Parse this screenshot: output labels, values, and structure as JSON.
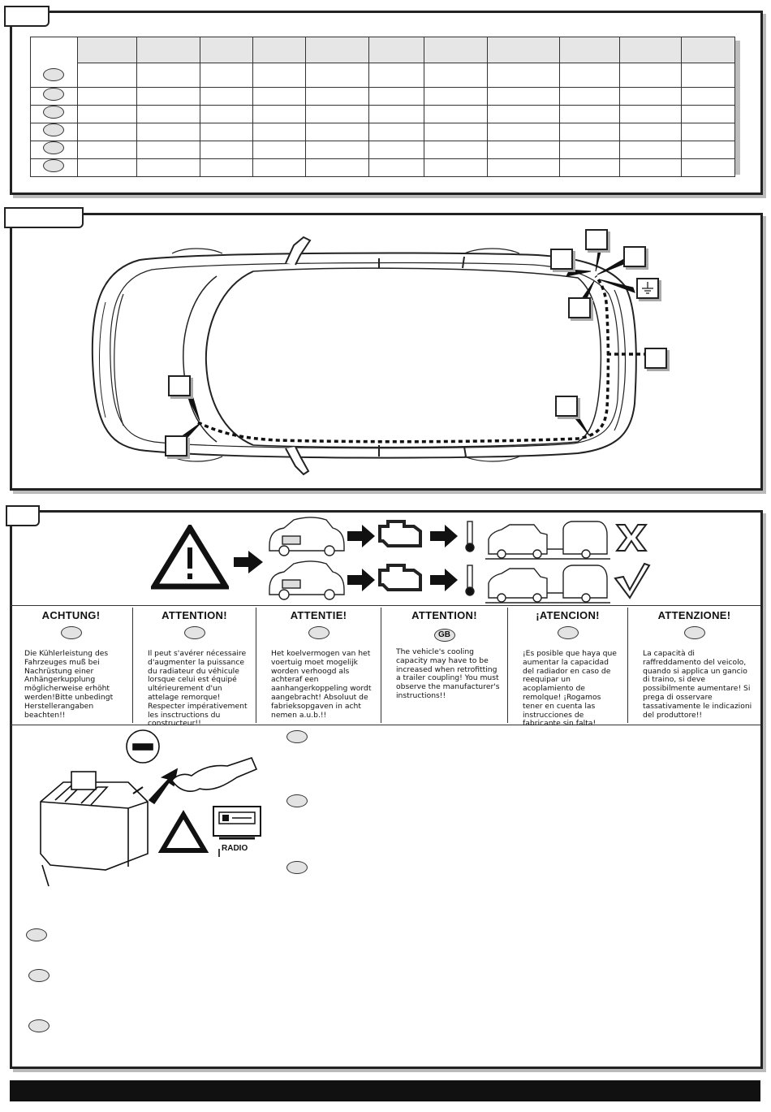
{
  "table": {
    "rows": 6,
    "columns": 12
  },
  "warning": {
    "languages": [
      {
        "title": "ACHTUNG!",
        "code": "",
        "text": "Die Kühlerleistung des Fahrzeuges muß bei Nachrüstung einer Anhängerkupplung möglicherweise erhöht werden!Bitte unbedingt Herstellerangaben beachten!!"
      },
      {
        "title": "ATTENTION!",
        "code": "",
        "text": "Il peut s'avérer nécessaire d'augmenter la puissance du radiateur du véhicule lorsque celui est équipé ultérieurement d'un attelage remorque! Respecter impérativement les insctructions du constructeur!!"
      },
      {
        "title": "ATTENTIE!",
        "code": "",
        "text": "Het koelvermogen van het voertuig moet mogelijk worden verhoogd als achteraf een aanhangerkoppeling wordt aangebracht! Absoluut de fabrieksopgaven in acht nemen a.u.b.!!"
      },
      {
        "title": "ATTENTION!",
        "code": "GB",
        "text": "The vehicle's cooling capacity may have to be increased when retrofitting a trailer coupling! You must observe the manufacturer's instructions!!"
      },
      {
        "title": "¡ATENCION!",
        "code": "",
        "text": "¡Es posible que haya que aumentar la capacidad del radiador en caso de reequipar un acoplamiento de remolque! ¡Rogamos tener en cuenta las instrucciones de fabricante sin falta!"
      },
      {
        "title": "ATTENZIONE!",
        "code": "",
        "text": "La capacità di raffreddamento del veicolo, quando si applica un gancio di traino, si deve possibilmente aumentare! Si prega di osservare tassativamente le indicazioni del produttore!!"
      }
    ]
  },
  "battery": {
    "radio_label": "RADIO"
  }
}
